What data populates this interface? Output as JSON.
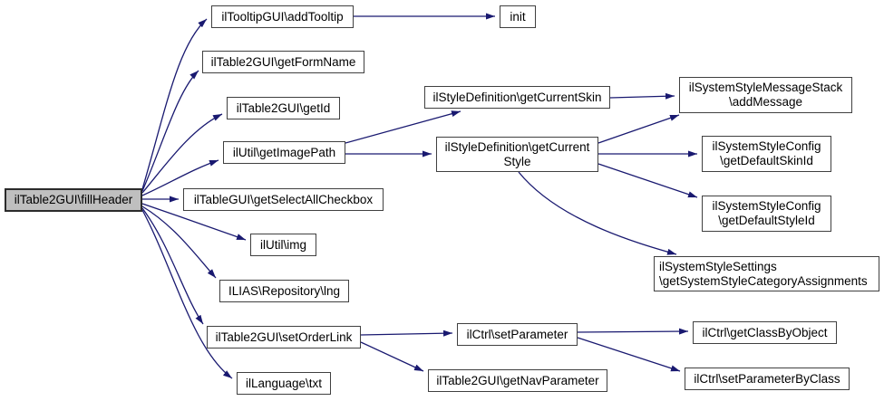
{
  "graph": {
    "kind": "call-graph",
    "root": "ilTable2GUI\\fillHeader",
    "colors": {
      "edge": "#191970",
      "node_border": "#404040",
      "node_fill": "#ffffff",
      "highlight_fill": "#bfbfbf",
      "text": "#000000",
      "background": "#ffffff"
    },
    "nodes": {
      "fillHeader": {
        "label": "ilTable2GUI\\fillHeader",
        "highlighted": true
      },
      "addTooltip": {
        "label": "ilTooltipGUI\\addTooltip"
      },
      "init": {
        "label": "init"
      },
      "getFormName": {
        "label": "ilTable2GUI\\getFormName"
      },
      "getId": {
        "label": "ilTable2GUI\\getId"
      },
      "getImagePath": {
        "label": "ilUtil\\getImagePath"
      },
      "getSelectAllCheckbox": {
        "label": "ilTableGUI\\getSelectAllCheckbox"
      },
      "img": {
        "label": "ilUtil\\img"
      },
      "lng": {
        "label": "ILIAS\\Repository\\lng"
      },
      "setOrderLink": {
        "label": "ilTable2GUI\\setOrderLink"
      },
      "txt": {
        "label": "ilLanguage\\txt"
      },
      "getCurrentSkin": {
        "label": "ilStyleDefinition\\getCurrentSkin"
      },
      "getCurrentStyle": {
        "lines": [
          "ilStyleDefinition\\getCurrent",
          "Style"
        ]
      },
      "addMessage": {
        "lines": [
          "ilSystemStyleMessageStack",
          "\\addMessage"
        ]
      },
      "getDefaultSkinId": {
        "lines": [
          "ilSystemStyleConfig",
          "\\getDefaultSkinId"
        ]
      },
      "getDefaultStyleId": {
        "lines": [
          "ilSystemStyleConfig",
          "\\getDefaultStyleId"
        ]
      },
      "categoryAssignments": {
        "lines": [
          "ilSystemStyleSettings",
          "\\getSystemStyleCategoryAssignments"
        ]
      },
      "setParameter": {
        "label": "ilCtrl\\setParameter"
      },
      "getNavParameter": {
        "label": "ilTable2GUI\\getNavParameter"
      },
      "getClassByObject": {
        "label": "ilCtrl\\getClassByObject"
      },
      "setParameterByClass": {
        "label": "ilCtrl\\setParameterByClass"
      }
    },
    "edges": [
      {
        "from": "fillHeader",
        "to": "addTooltip"
      },
      {
        "from": "fillHeader",
        "to": "getFormName"
      },
      {
        "from": "fillHeader",
        "to": "getId"
      },
      {
        "from": "fillHeader",
        "to": "getImagePath"
      },
      {
        "from": "fillHeader",
        "to": "getSelectAllCheckbox"
      },
      {
        "from": "fillHeader",
        "to": "img"
      },
      {
        "from": "fillHeader",
        "to": "lng"
      },
      {
        "from": "fillHeader",
        "to": "setOrderLink"
      },
      {
        "from": "fillHeader",
        "to": "txt"
      },
      {
        "from": "addTooltip",
        "to": "init"
      },
      {
        "from": "getImagePath",
        "to": "getCurrentSkin"
      },
      {
        "from": "getImagePath",
        "to": "getCurrentStyle"
      },
      {
        "from": "getCurrentSkin",
        "to": "addMessage"
      },
      {
        "from": "getCurrentStyle",
        "to": "addMessage"
      },
      {
        "from": "getCurrentStyle",
        "to": "getDefaultSkinId"
      },
      {
        "from": "getCurrentStyle",
        "to": "getDefaultStyleId"
      },
      {
        "from": "getCurrentStyle",
        "to": "categoryAssignments"
      },
      {
        "from": "setOrderLink",
        "to": "setParameter"
      },
      {
        "from": "setOrderLink",
        "to": "getNavParameter"
      },
      {
        "from": "setParameter",
        "to": "getClassByObject"
      },
      {
        "from": "setParameter",
        "to": "setParameterByClass"
      }
    ]
  }
}
